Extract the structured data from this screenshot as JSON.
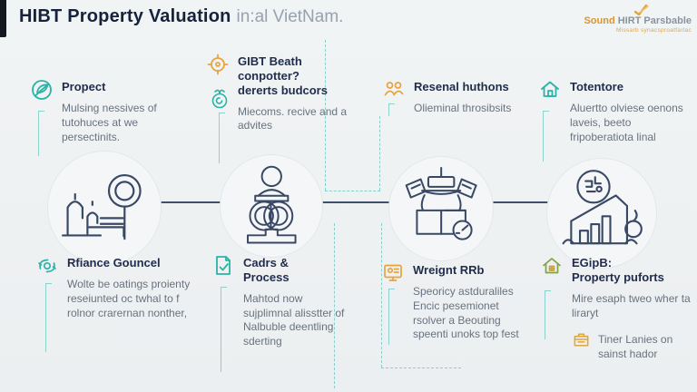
{
  "header": {
    "title_bold": "HIBT Property Valuation",
    "title_light": "in:al VietNam."
  },
  "logo": {
    "mark_icon": "gold-check-bird-icon",
    "brand_accent": "Sound",
    "brand_rest": "HIRT Parsbable",
    "tagline": "Missarb synacsproatfarlac"
  },
  "colors": {
    "background": "#eff2f3",
    "heading_navy": "#1f2c4d",
    "body_gray": "#68727f",
    "teal_accent": "#2ab3a6",
    "orange_accent": "#e8a33d",
    "green_accent": "#7fa348",
    "line_art_navy": "#394864",
    "connector_line": "#414f6a"
  },
  "sections": {
    "top": [
      {
        "icon": "leaf-check-icon",
        "title": "Propect",
        "body": "Mulsing nessives of tutohuces at we persectinits."
      },
      {
        "icon": "compass-target-icon",
        "icon2": "sprout-circle-icon",
        "title_lines": [
          "GIBT Beath",
          "conpotter?",
          "dererts budcors"
        ],
        "body": "Miecoms. recive and a advites"
      },
      {
        "icon": "people-curl-icon",
        "title": "Resenal huthons",
        "body": "Olieminal throsibsits"
      },
      {
        "icon": "house-outline-icon",
        "title": "Totentore",
        "body": "Aluertto olviese oenons laveis, beeto fripoberatiota linal"
      }
    ],
    "bottom": [
      {
        "icon": "council-hands-icon",
        "title": "Rfiance Gouncel",
        "body": "Wolte be oatings proienty reseiunted oc twhal to f rolnor crarernan nonther,"
      },
      {
        "icon": "clipboard-check-icon",
        "title_lines": [
          "Cadrs &",
          "Process"
        ],
        "body": "Mahtod now sujplimnal alisstter of Nalbuble deentling sderting"
      },
      {
        "icon": "monitor-profile-icon",
        "title": "Wreignt RRb",
        "body": "Speoricy astduraliles Encic pesemionet rsolver a Beouting speenti unoks top fest"
      },
      {
        "icon": "green-house-icon",
        "title_lines": [
          "EGipB:",
          "Property puforts"
        ],
        "body": "Mire esaph tweo wher ta liraryt",
        "extra_icon": "crate-box-icon",
        "extra": "Tiner Lanies on sainst hador"
      }
    ]
  },
  "illustrations": [
    {
      "name": "city-skyline-magnifier"
    },
    {
      "name": "person-trophy-rings"
    },
    {
      "name": "cargo-ship-gauge"
    },
    {
      "name": "house-growth-chart-globe"
    }
  ]
}
